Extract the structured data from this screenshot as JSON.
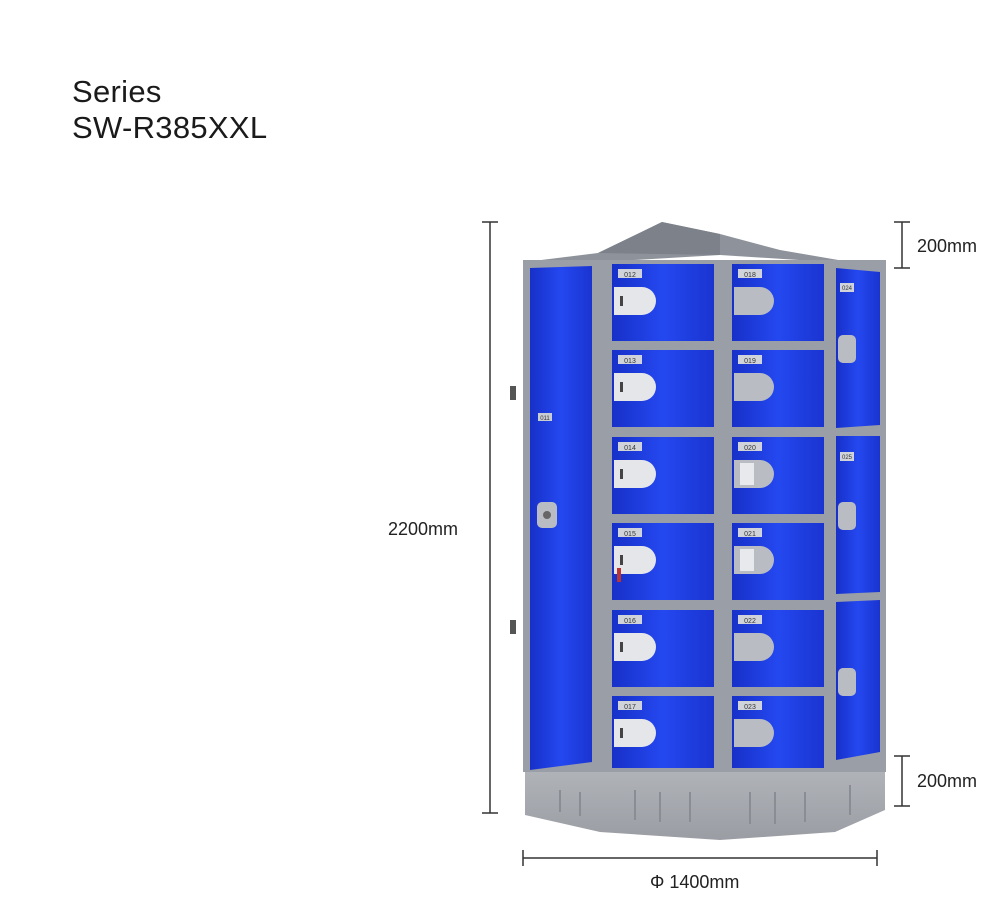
{
  "header": {
    "line1": "Series",
    "line2": "SW-R385XXL"
  },
  "dimensions": {
    "height_label": "2200mm",
    "roof_label": "200mm",
    "base_label": "200mm",
    "diameter_label": "Φ 1400mm"
  },
  "locker": {
    "left_tall_door_number": "011",
    "column_a_numbers": [
      "012",
      "013",
      "014",
      "015",
      "016",
      "017"
    ],
    "column_b_numbers": [
      "018",
      "019",
      "020",
      "021",
      "022",
      "023"
    ],
    "right_column_numbers": [
      "024",
      "025"
    ]
  },
  "colors": {
    "door_blue": "#1f3ee6",
    "frame_gray": "#9a9ea6",
    "base_gray": "#a8abb1",
    "roof_gray": "#8e939b"
  }
}
